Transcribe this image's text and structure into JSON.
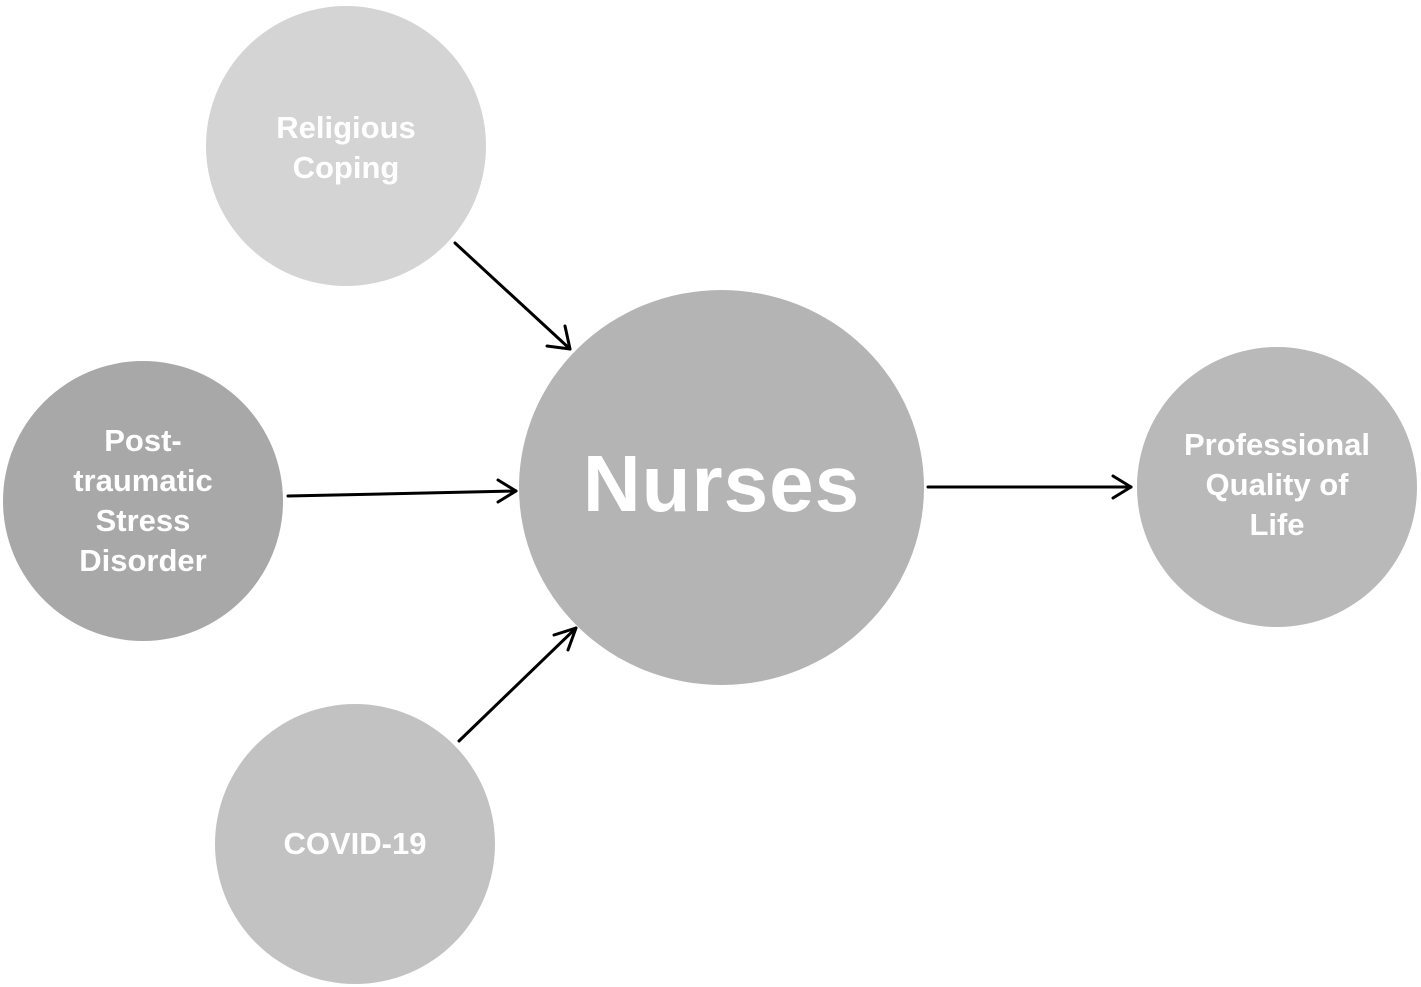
{
  "diagram": {
    "nodes": [
      {
        "id": "religious",
        "label": "Religious\nCoping",
        "color": "#d4d4d4"
      },
      {
        "id": "ptsd",
        "label": "Post-\ntraumatic\nStress\nDisorder",
        "color": "#a8a8a8"
      },
      {
        "id": "covid",
        "label": "COVID-19",
        "color": "#c2c2c2"
      },
      {
        "id": "nurses",
        "label": "Nurses",
        "color": "#b4b4b4"
      },
      {
        "id": "proql",
        "label": "Professional\nQuality of\nLife",
        "color": "#b9b9b9"
      }
    ],
    "edges": [
      {
        "from": "religious",
        "to": "nurses"
      },
      {
        "from": "ptsd",
        "to": "nurses"
      },
      {
        "from": "covid",
        "to": "nurses"
      },
      {
        "from": "nurses",
        "to": "proql"
      }
    ],
    "text_color": "#ffffff",
    "arrow_color": "#000000"
  }
}
